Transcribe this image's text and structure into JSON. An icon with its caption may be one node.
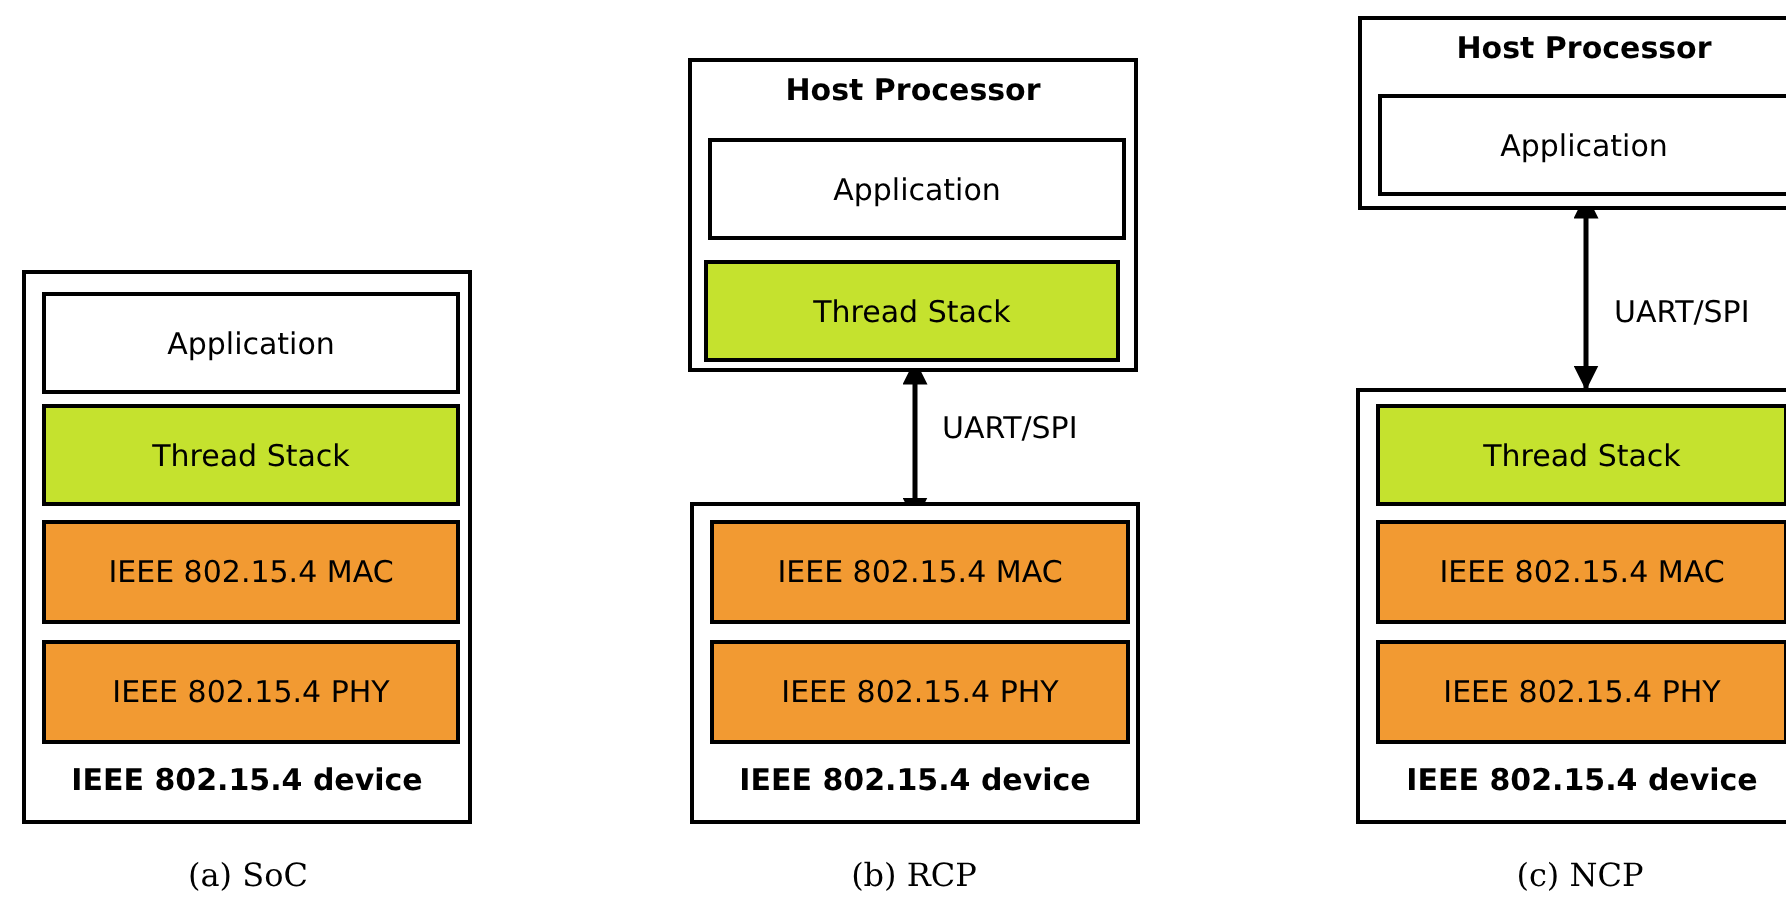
{
  "diagram": {
    "nodes": [
      {
        "text": [
          "IEEE 802.15.4 device"
        ]
      },
      {
        "text": [
          "Application"
        ],
        "in": 0
      },
      {
        "text": [
          "Thread Stack"
        ],
        "in": 0
      },
      {
        "text": [
          "IEEE 802.15.4 MAC"
        ],
        "in": 0
      },
      {
        "text": [
          "IEEE 802.15.4 PHY"
        ],
        "in": 0
      },
      {
        "text": [
          "Host Processor"
        ]
      },
      {
        "text": [
          "Application"
        ],
        "in": 5
      },
      {
        "text": [
          "Thread Stack"
        ],
        "in": 5
      },
      {
        "text": [
          "IEEE 802.15.4 device"
        ]
      },
      {
        "text": [
          "IEEE 802.15.4 MAC"
        ],
        "in": 8
      },
      {
        "text": [
          "IEEE 802.15.4 PHY"
        ],
        "in": 8
      },
      {
        "text": [
          "Host Processor"
        ]
      },
      {
        "text": [
          "Application"
        ],
        "in": 11
      },
      {
        "text": [
          "IEEE 802.15.4 device"
        ]
      },
      {
        "text": [
          "Thread Stack"
        ],
        "in": 13
      },
      {
        "text": [
          "IEEE 802.15.4 MAC"
        ],
        "in": 13
      },
      {
        "text": [
          "IEEE 802.15.4 PHY"
        ],
        "in": 13
      }
    ],
    "edges": [
      {
        "from": 7,
        "to": 9,
        "arrow": "both",
        "label": "UART/SPI"
      },
      {
        "from": 12,
        "to": 13,
        "arrow": "both",
        "label": "UART/SPI"
      }
    ],
    "labels": [
      "(a) SoC",
      "(b) RCP",
      "(c) NCP"
    ]
  }
}
